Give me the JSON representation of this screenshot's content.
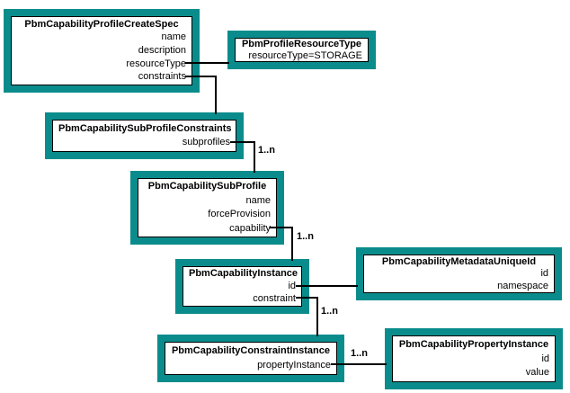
{
  "colors": {
    "box_border": "#0b8c8c",
    "box_fill": "#ffffff",
    "inner_border": "#000000",
    "connector": "#000000",
    "text": "#000000"
  },
  "boxes": [
    {
      "title": "PbmCapabilityProfileCreateSpec",
      "attributes": [
        "name",
        "description",
        "resourceType",
        "constraints"
      ]
    },
    {
      "title": "PbmProfileResourceType",
      "attributes": [
        "resourceType=STORAGE"
      ]
    },
    {
      "title": "PbmCapabilitySubProfileConstraints",
      "attributes": [
        "subprofiles"
      ]
    },
    {
      "title": "PbmCapabilitySubProfile",
      "attributes": [
        "name",
        "forceProvision",
        "capability"
      ]
    },
    {
      "title": "PbmCapabilityInstance",
      "attributes": [
        "id",
        "constraint"
      ]
    },
    {
      "title": "PbmCapabilityMetadataUniqueId",
      "attributes": [
        "id",
        "namespace"
      ]
    },
    {
      "title": "PbmCapabilityConstraintInstance",
      "attributes": [
        "propertyInstance"
      ]
    },
    {
      "title": "PbmCapabilityPropertyInstance",
      "attributes": [
        "id",
        "value"
      ]
    }
  ],
  "multiplicities": [
    {
      "text": "1..n"
    },
    {
      "text": "1..n"
    },
    {
      "text": "1..n"
    },
    {
      "text": "1..n"
    }
  ]
}
